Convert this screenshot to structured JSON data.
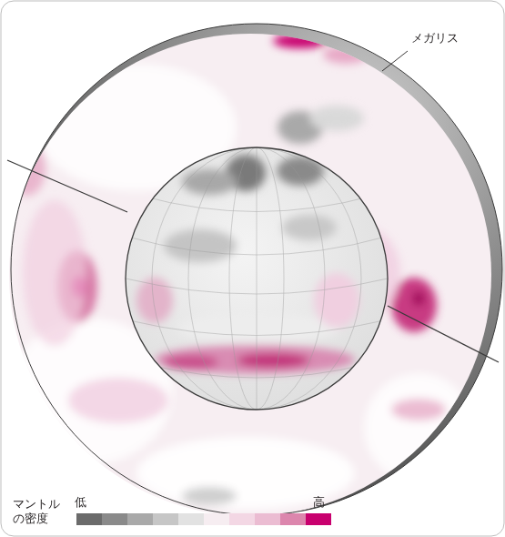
{
  "diagram": {
    "labels": [
      "メガリス",
      "マントル の密度"
    ],
    "legend": [
      {
        "text": "低",
        "color": "#6b6b6b"
      },
      {
        "text": "高",
        "color": "#c8006e"
      }
    ]
  }
}
